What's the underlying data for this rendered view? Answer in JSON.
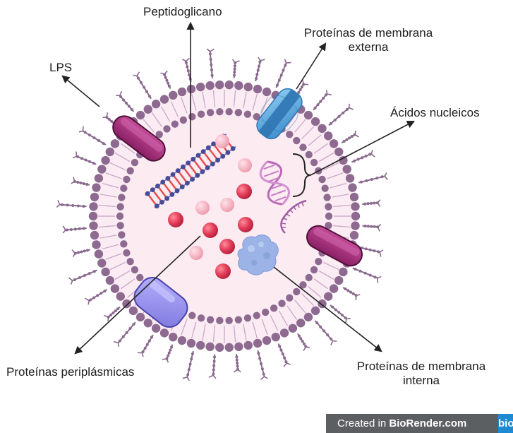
{
  "labels": {
    "peptidoglycan": "Peptidoglicano",
    "outer_membrane_proteins": [
      "Proteínas de membrana",
      "externa"
    ],
    "lps": "LPS",
    "nucleic_acids": "Ácidos nucleicos",
    "periplasmic_proteins": "Proteínas periplásmicas",
    "inner_membrane_proteins": [
      "Proteínas de membrana",
      "interna"
    ]
  },
  "watermark": {
    "prefix": "Created in ",
    "brand": "BioRender.com",
    "badge": "bio"
  },
  "colors": {
    "membrane": "#8e6a90",
    "lipid_tails": "#c8a9c8",
    "periplasm_fill": "#fbecf3",
    "cytoplasm_fill": "#fcebf1",
    "lps_chain": "#8a6a8e",
    "porin": "#5aa6dc",
    "porin_dark": "#2f76b3",
    "magenta_protein": "#a0307a",
    "periplasmic_protein": "#9a95ea",
    "inner_protein_blob": "#9bb3e6",
    "red_sphere": "#e23c58",
    "pink_sphere": "#f4a9b8",
    "peptidoglycan_blue": "#454c98",
    "peptidoglycan_red": "#e64a4a",
    "dna": "#b96ab8",
    "watermark_bg": "#5c5f62",
    "badge_bg": "#1f8ad1"
  },
  "icons": [
    "lps-chain-icon",
    "porin-icon",
    "membrane-protein-icon",
    "dna-helix-icon",
    "rna-strand-icon",
    "peptidoglycan-icon",
    "protein-blob-icon",
    "sphere-icon"
  ]
}
